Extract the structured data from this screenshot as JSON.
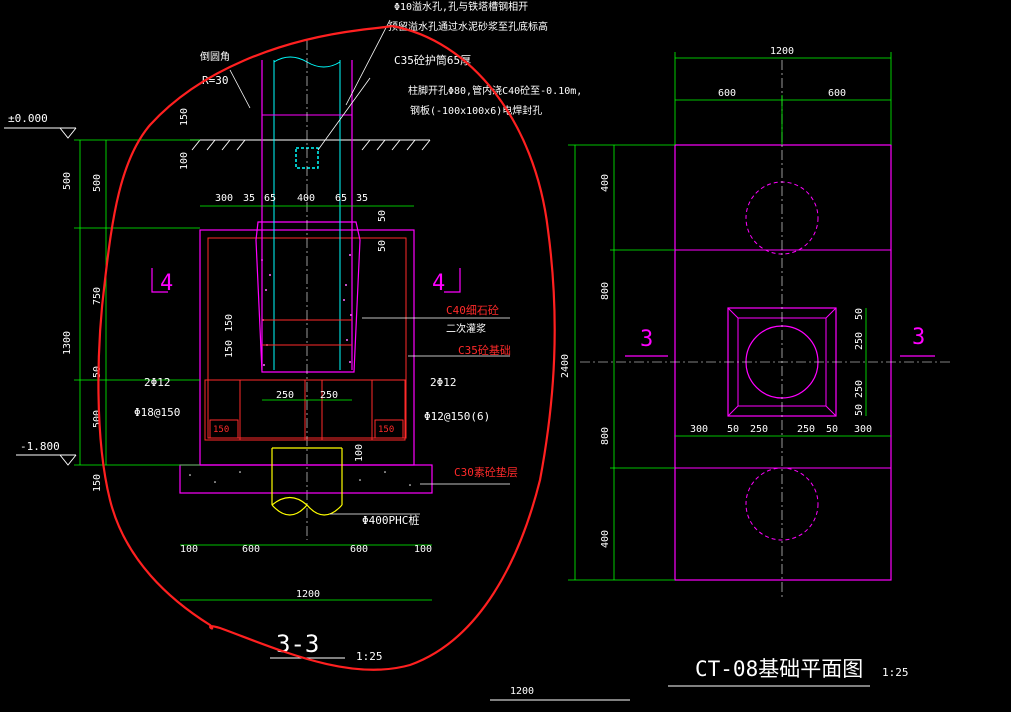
{
  "colors": {
    "background": "#000000",
    "dimension": "#00ff00",
    "outline": "#ff00ff",
    "rebar": "#ff2a2a",
    "pile": "#ffff00",
    "text": "#ffffff",
    "note_red": "#ff2a2a",
    "cyan": "#00ffff",
    "markup_circle": "#ff2020"
  },
  "section": {
    "title": "3-3",
    "scale": "1:25",
    "elev_top": "±0.000",
    "elev_bottom": "-1.800",
    "left_dims": [
      "500",
      "1300",
      "150"
    ],
    "left_dims_inner": [
      "500",
      "750",
      "50",
      "500"
    ],
    "top_dims": [
      "300",
      "35",
      "65",
      "400",
      "65",
      "35"
    ],
    "pole_dims": [
      "150",
      "100"
    ],
    "inner_dims": [
      "150",
      "150"
    ],
    "right_small_dims": [
      "50",
      "50"
    ],
    "mid_dims": [
      "250",
      "250"
    ],
    "pile_dim": "100",
    "bottom_dims": [
      "100",
      "600",
      "600",
      "100"
    ],
    "bottom_total": "1200",
    "section_marks": [
      "4",
      "4"
    ],
    "rebar_box_labels": [
      "150",
      "150"
    ],
    "notes": {
      "top_hole": "Φ10溢水孔,孔与铁塔槽钢相开",
      "top_hole2": "预留溢水孔通过水泥砂浆至孔底标高",
      "fillet": "倒圆角",
      "fillet_r": "R=30",
      "pipe": "C35砼护筒65厚",
      "hole": "柱脚开孔Φ80,管内浇C40砼至-0.10m,",
      "plate": "钢板(-100x100x6)电焊封孔",
      "c40": "C40细石砼",
      "grout": "二次灌浆",
      "c35": "C35砼基础",
      "bar_l": "2Φ12",
      "bar_r": "2Φ12",
      "stirrup_l": "Φ18@150",
      "stirrup_r": "Φ12@150(6)",
      "c30": "C30素砼垫层",
      "pile": "Φ400PHC桩"
    }
  },
  "plan": {
    "title": "CT-08基础平面图",
    "scale": "1:25",
    "top_total": "1200",
    "top_halves": [
      "600",
      "600"
    ],
    "left_dims": [
      "400",
      "800",
      "800",
      "400"
    ],
    "left_total": "2400",
    "right_dims": [
      "50",
      "250",
      "250",
      "50"
    ],
    "bottom_dims": [
      "300",
      "50",
      "250",
      "250",
      "50",
      "300"
    ],
    "section_marks": [
      "3",
      "3"
    ]
  },
  "footer_dim": "1200"
}
